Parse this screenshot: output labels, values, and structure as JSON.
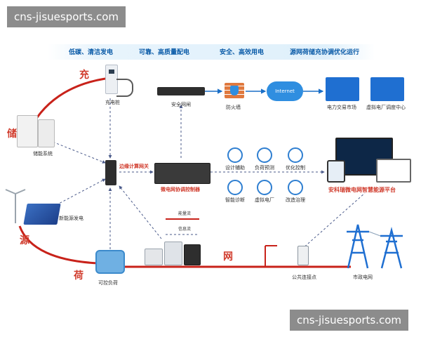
{
  "watermark_top": "cns-jisuesports.com",
  "watermark_bottom": "cns-jisuesports.com",
  "banner": [
    "低碳、清洁发电",
    "可靠、高质量配电",
    "安全、高效用电",
    "源网荷储充协调优化运行"
  ],
  "ring_labels": {
    "charge": "充",
    "storage": "储",
    "source": "源",
    "load": "荷",
    "grid": "网"
  },
  "nodes": {
    "charger": "充电桩",
    "storage": "储能系统",
    "new_energy": "新能源发电",
    "controllable_load": "可控负荷",
    "security_gateway": "安全网闸",
    "firewall": "防火墙",
    "internet": "Internet",
    "power_market": "电力交易市场",
    "virtual_plant": "虚拟电厂调度中心",
    "edge_gateway": "边缘计算网关",
    "microgrid_controller": "微电网协调控制器",
    "platform": "安科瑞微电网智慧能源平台",
    "public_connection": "公共连接点",
    "municipal_grid": "市政电网"
  },
  "functions": [
    "设计辅助",
    "负荷预测",
    "优化控制",
    "智能诊断",
    "虚拟电厂",
    "改造治理"
  ],
  "legend": {
    "energy_flow": "能量流",
    "info_flow": "信息流"
  },
  "colors": {
    "ring": "#c8221a",
    "blue": "#1a6fc7",
    "dashed": "#4a5a8a"
  }
}
